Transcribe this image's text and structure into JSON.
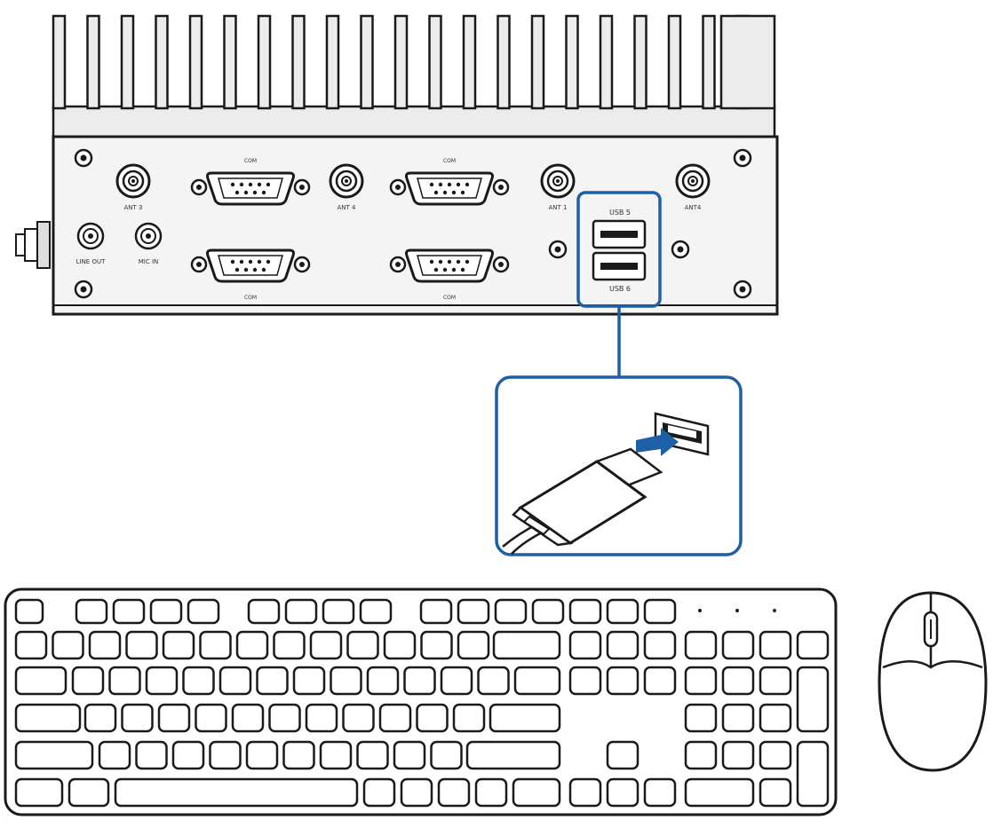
{
  "colors": {
    "line": "#1a1a1a",
    "highlight": "#1f5fa5",
    "fill": "#ffffff",
    "panel": "#f4f4f4",
    "fin": "#ececec"
  },
  "labels": {
    "ant_top_1": "ANT 3",
    "ant_top_2": "ANT 4",
    "ant_top_3": "ANT 1",
    "ant_top_4": "ANT4",
    "line_out": "LINE OUT",
    "mic_in": "MIC IN",
    "com_top_left": "COM",
    "com_top_right": "COM",
    "com_bottom_left": "COM",
    "com_bottom_right": "COM",
    "usb_top": "USB 5",
    "usb_bottom": "USB 6"
  },
  "icons": {
    "arrow": "insert-arrow-icon",
    "mouse": "mouse-icon",
    "keyboard": "keyboard-icon"
  }
}
